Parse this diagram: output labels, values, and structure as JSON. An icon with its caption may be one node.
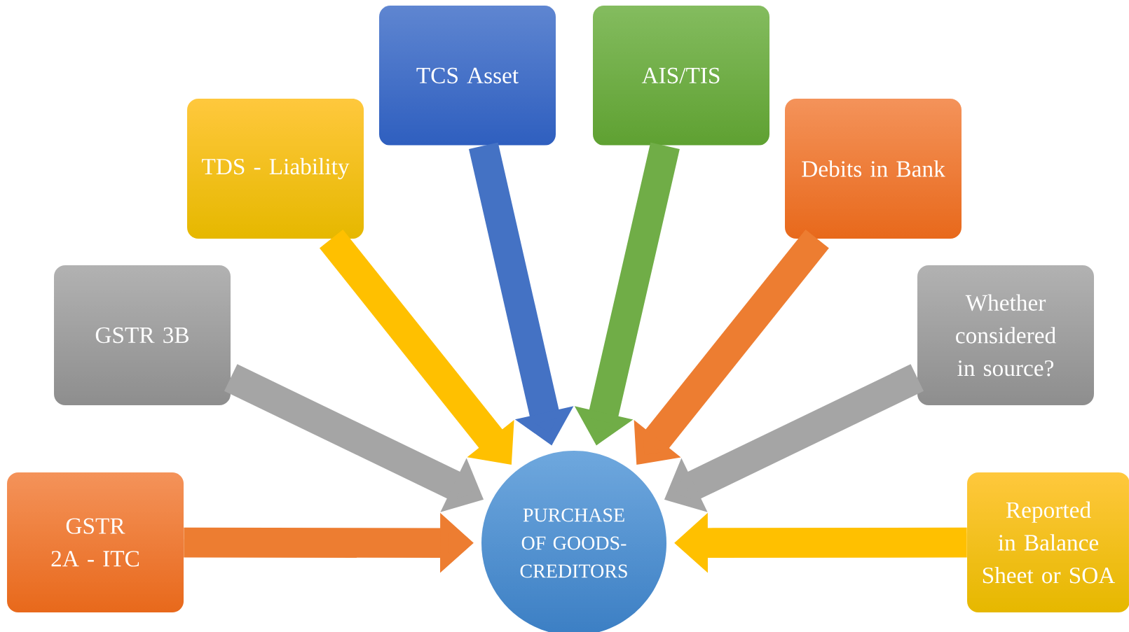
{
  "diagram": {
    "nodes": [
      {
        "text": [
          "GSTR 2A - ITC"
        ]
      },
      {
        "text": [
          "GSTR 3B"
        ]
      },
      {
        "text": [
          "TDS - Liability"
        ]
      },
      {
        "text": [
          "TCS Asset"
        ]
      },
      {
        "text": [
          "AIS/TIS"
        ]
      },
      {
        "text": [
          "Debits in Bank"
        ]
      },
      {
        "text": [
          "Whether considered in source?"
        ]
      },
      {
        "text": [
          "Reported in Balance Sheet or SOA"
        ]
      },
      {
        "text": [
          "PURCHASE OF GOODS-CREDITORS"
        ]
      }
    ],
    "edges": [
      {
        "from": 0,
        "to": 8,
        "arrow": "to",
        "color": "#ed7d31"
      },
      {
        "from": 1,
        "to": 8,
        "arrow": "to",
        "color": "#a5a5a5"
      },
      {
        "from": 2,
        "to": 8,
        "arrow": "to",
        "color": "#ffc000"
      },
      {
        "from": 3,
        "to": 8,
        "arrow": "to",
        "color": "#4472c4"
      },
      {
        "from": 4,
        "to": 8,
        "arrow": "to",
        "color": "#70ad47"
      },
      {
        "from": 5,
        "to": 8,
        "arrow": "to",
        "color": "#ed7d31"
      },
      {
        "from": 6,
        "to": 8,
        "arrow": "to",
        "color": "#a5a5a5"
      },
      {
        "from": 7,
        "to": 8,
        "arrow": "to",
        "color": "#ffc000"
      }
    ]
  }
}
